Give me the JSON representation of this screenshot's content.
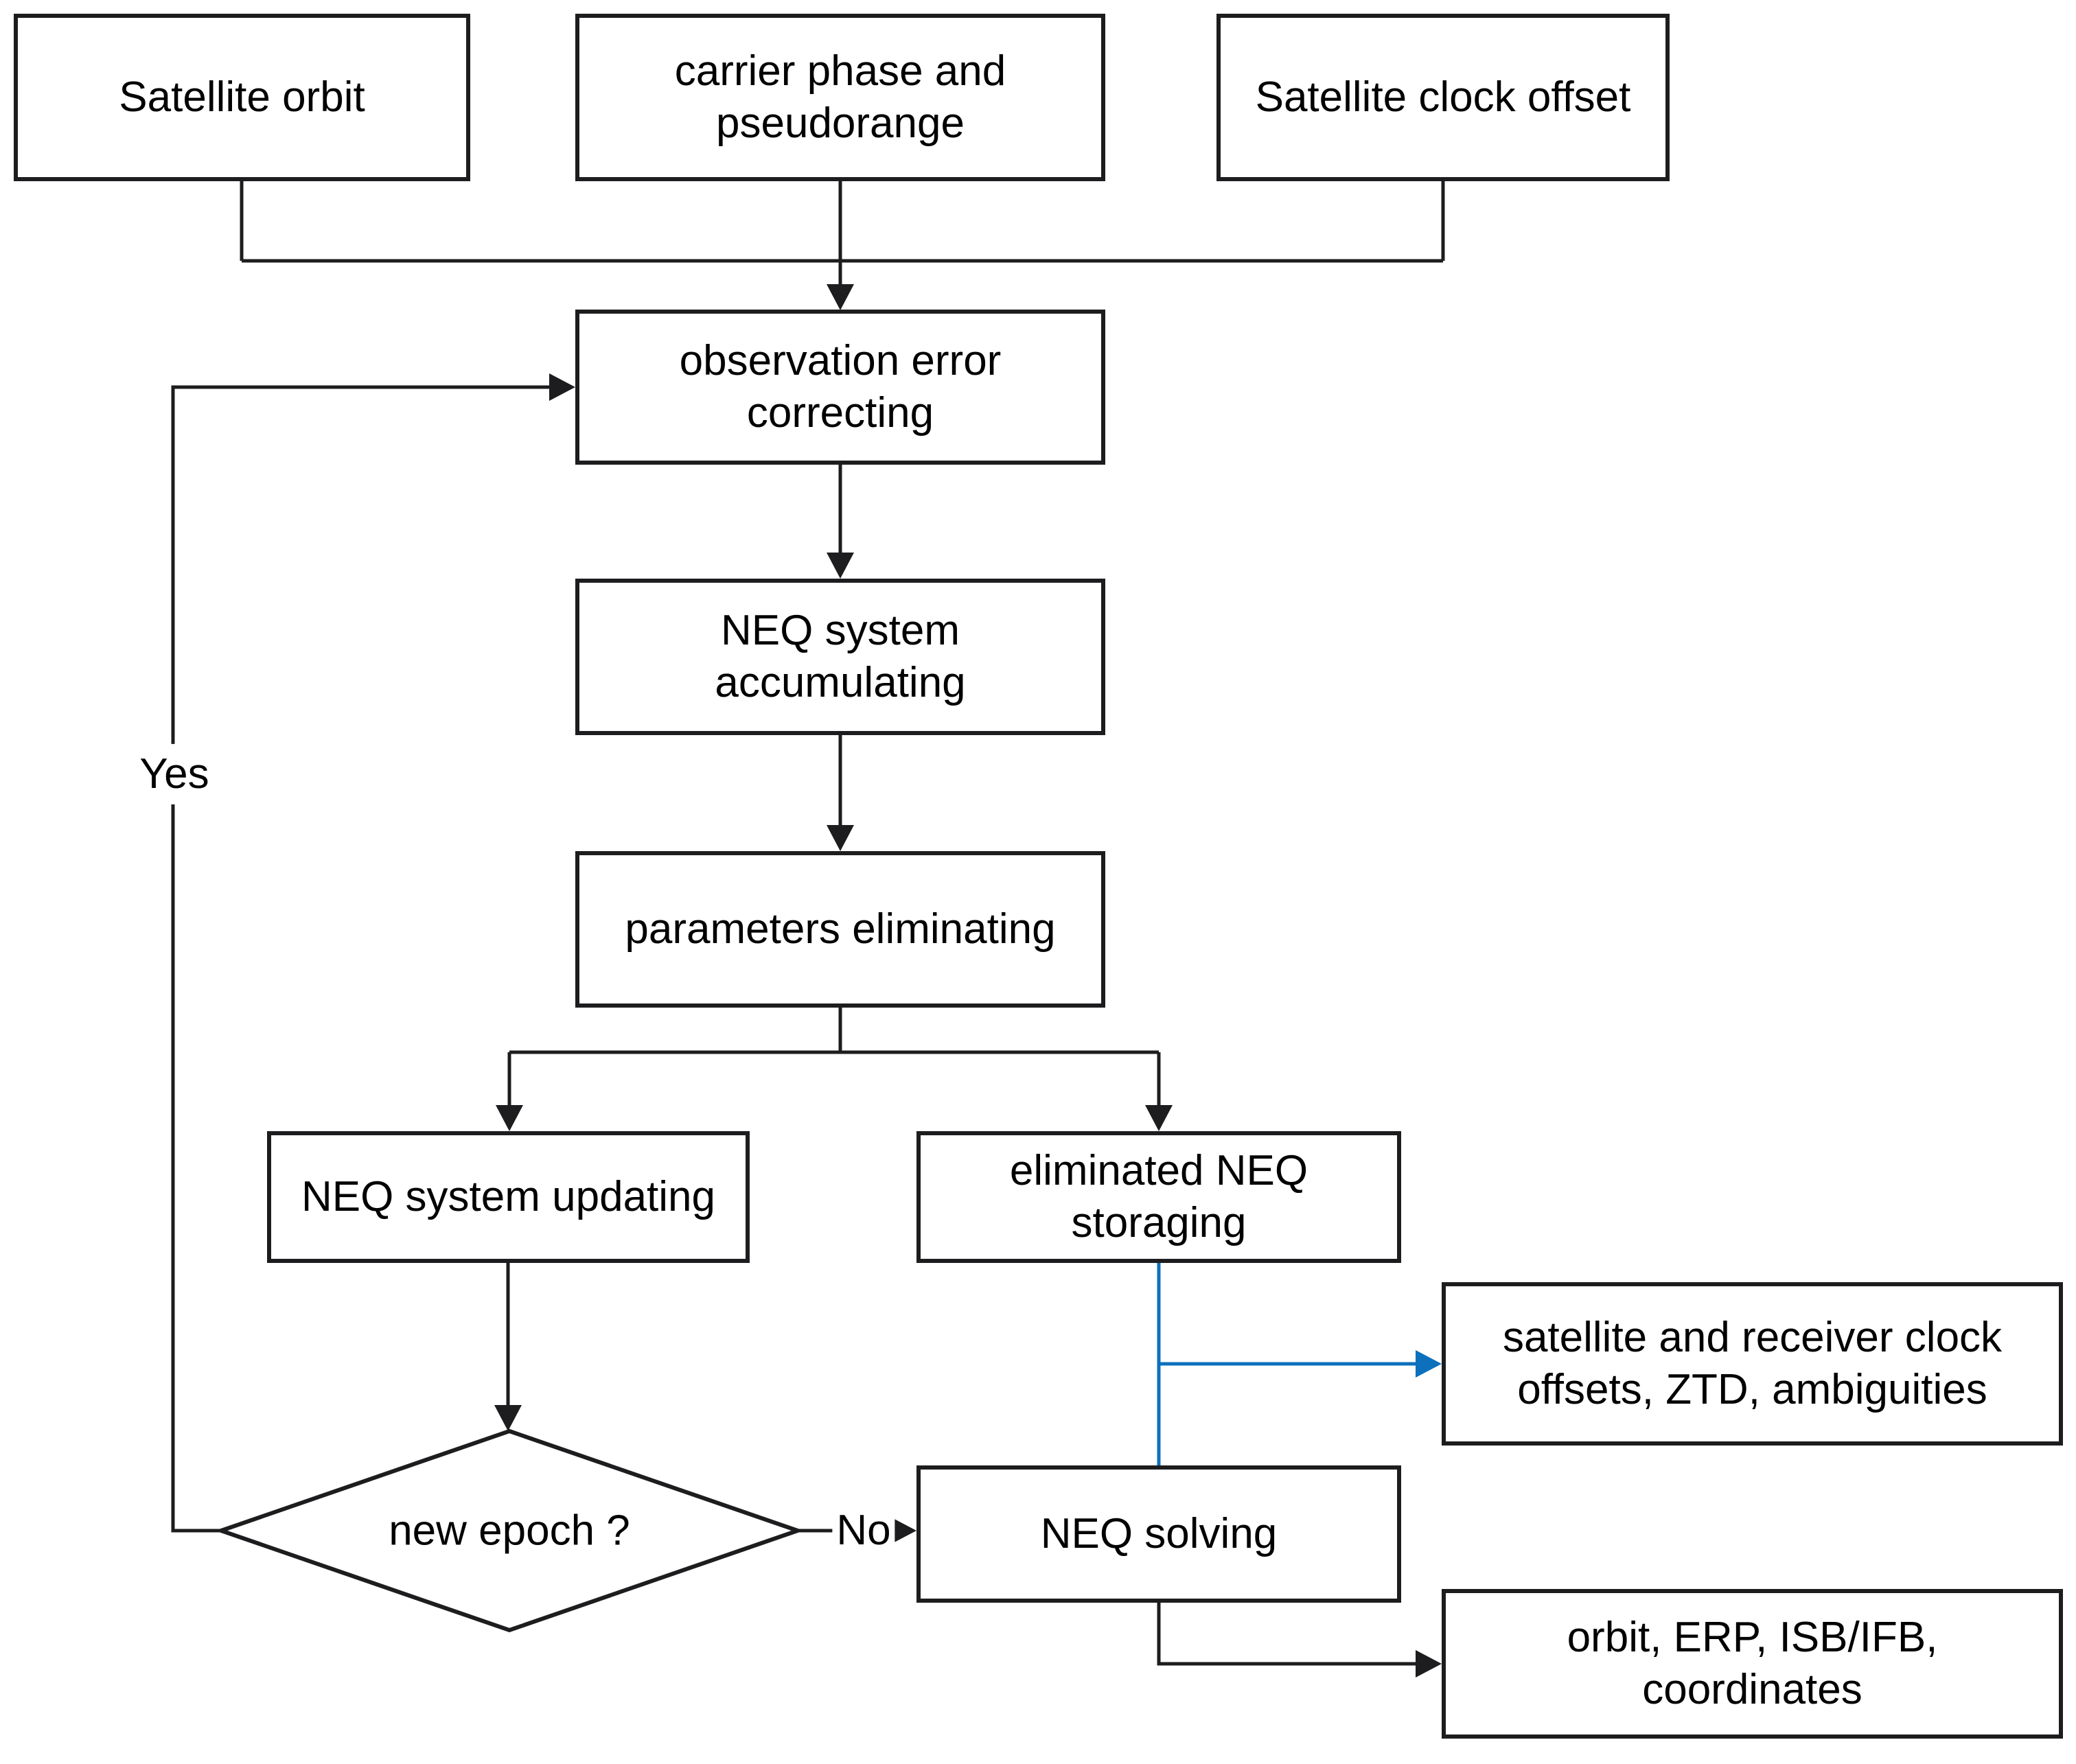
{
  "nodes": {
    "satellite_orbit": {
      "label": "Satellite orbit"
    },
    "carrier_phase": {
      "label": "carrier phase and\npseudorange"
    },
    "satellite_clock_offset": {
      "label": "Satellite clock offset"
    },
    "observation_error_correcting": {
      "label": "observation error\ncorrecting"
    },
    "neq_system_accumulating": {
      "label": "NEQ system\naccumulating"
    },
    "parameters_eliminating": {
      "label": "parameters eliminating"
    },
    "neq_system_updating": {
      "label": "NEQ system updating"
    },
    "eliminated_neq_storaging": {
      "label": "eliminated NEQ\nstoraging"
    },
    "new_epoch_decision": {
      "label": "new epoch ?"
    },
    "neq_solving": {
      "label": "NEQ solving"
    },
    "clock_ztd_ambiguities_output": {
      "label": "satellite and receiver clock\noffsets, ZTD, ambiguities"
    },
    "orbit_erp_output": {
      "label": "orbit, ERP, ISB/IFB,\ncoordinates"
    }
  },
  "edge_labels": {
    "yes": "Yes",
    "no": "No"
  },
  "colors": {
    "line": "#1d1d1f",
    "accent_blue": "#0c70bd",
    "background": "#ffffff",
    "text": "#000000"
  }
}
